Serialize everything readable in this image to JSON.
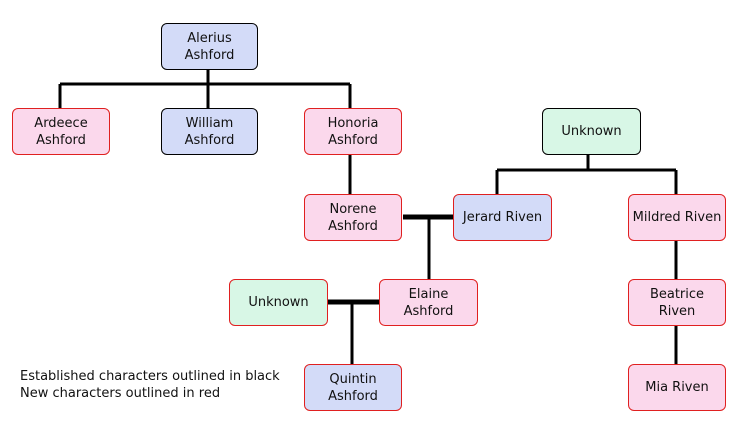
{
  "nodes": {
    "alerius": "Alerius\nAshford",
    "ardeece": "Ardeece\nAshford",
    "william": "William\nAshford",
    "honoria": "Honoria\nAshford",
    "unknown_top": "Unknown",
    "norene": "Norene\nAshford",
    "jerard": "Jerard Riven",
    "mildred": "Mildred Riven",
    "unknown_left": "Unknown",
    "elaine": "Elaine\nAshford",
    "beatrice": "Beatrice\nRiven",
    "quintin": "Quintin\nAshford",
    "mia": "Mia Riven"
  },
  "legend": {
    "line1": "Established characters outlined in black",
    "line2": "New characters outlined in red"
  },
  "colors": {
    "male": "#d3dbf8",
    "female": "#fbd8ec",
    "unknown": "#d8f7e6",
    "established_outline": "#000000",
    "new_outline": "#e02020"
  }
}
